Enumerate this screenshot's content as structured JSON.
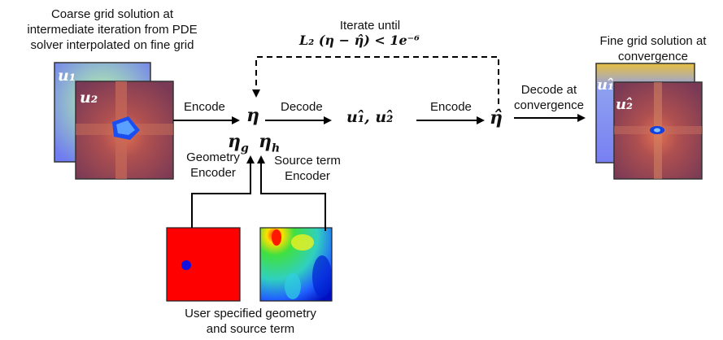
{
  "labels": {
    "coarse_caption": [
      "Coarse grid solution at",
      "intermediate iteration from PDE",
      "solver interpolated on fine grid"
    ],
    "iterate_line1": "Iterate until",
    "iterate_math": "L₂ (η − η̂) < 1e⁻⁶",
    "fine_caption": [
      "Fine grid solution at",
      "convergence"
    ],
    "encode_1": "Encode",
    "decode_1": "Decode",
    "encode_2": "Encode",
    "decode_at": [
      "Decode at",
      "convergence"
    ],
    "geometry_encoder": [
      "Geometry",
      "Encoder"
    ],
    "source_encoder": [
      "Source term",
      "Encoder"
    ],
    "user_caption": [
      "User specified geometry",
      "and source term"
    ]
  },
  "symbols": {
    "eta": "η",
    "eta_g": "ηg",
    "eta_h": "ηh",
    "u_hat_pair": "u₁̂, u₂̂",
    "eta_hat": "η̂",
    "u1": "u₁",
    "u2": "u₂",
    "u1_hat": "u₁̂",
    "u2_hat": "u₂̂"
  },
  "colors": {
    "arrow": "#000000",
    "geometry_fill": "#ff0000",
    "geometry_dot": "#1010e0",
    "panel_back": "#7f86f0",
    "panel_front": "#8a3f55"
  }
}
